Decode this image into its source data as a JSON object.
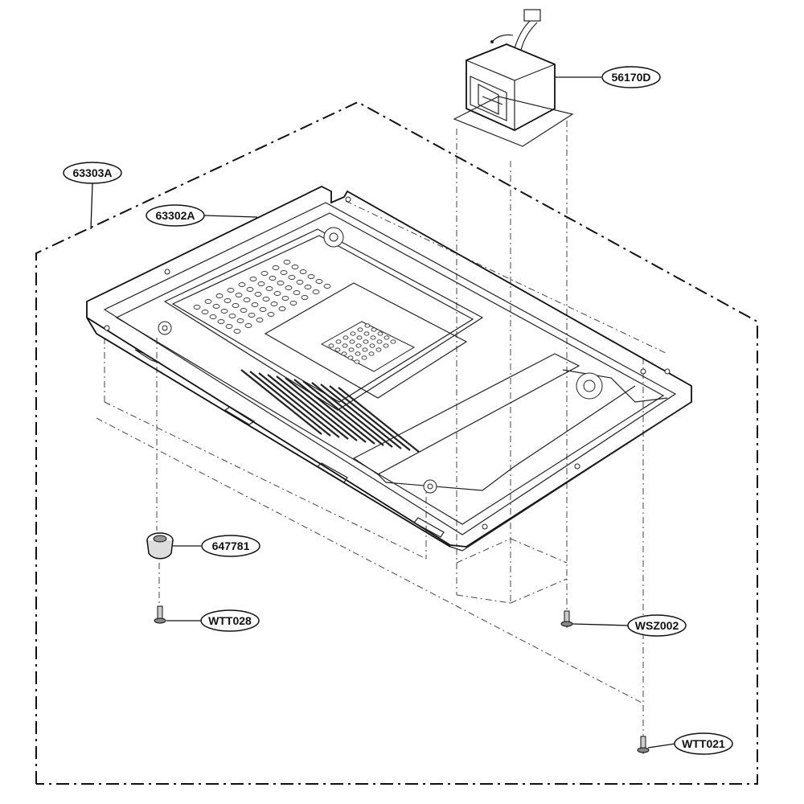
{
  "labels": {
    "outer_case": "63303A",
    "base_plate": "63302A",
    "transformer": "56170D",
    "foot": "647781",
    "foot_screw": "WTT028",
    "transformer_screw": "WSZ002",
    "plate_screw": "WTT021"
  }
}
